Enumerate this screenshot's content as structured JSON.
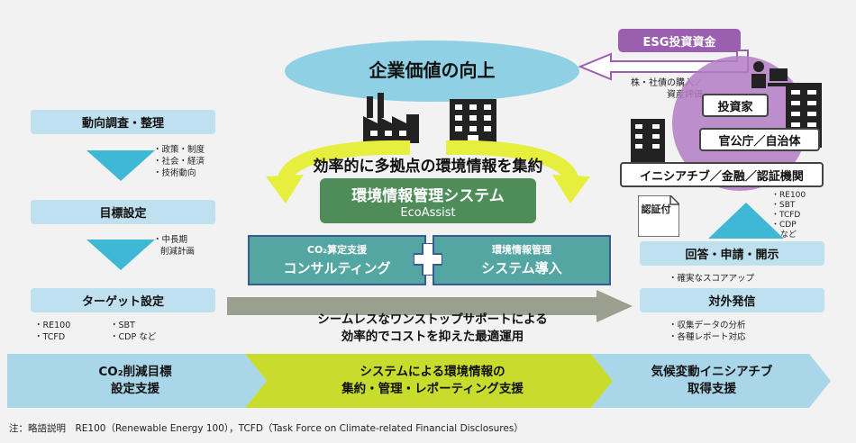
{
  "top": {
    "enterprise_value": "企業価値の向上",
    "esg_label": "ESG投資資金",
    "esg_note_line1": "株・社債の購入／",
    "esg_note_line2": "資産評価"
  },
  "left_flow": {
    "step1": "動向調査・整理",
    "step1_notes": [
      "・政策・制度",
      "・社会・経済",
      "・技術動向"
    ],
    "step2": "目標設定",
    "step2_notes": [
      "・中長期",
      "削減計画"
    ],
    "step3": "ターゲット設定",
    "step3_notes_col1": [
      "・RE100",
      "・TCFD"
    ],
    "step3_notes_col2": [
      "・SBT",
      "・CDP など"
    ]
  },
  "center": {
    "headline": "効率的に多拠点の環境情報を集約",
    "system_title": "環境情報管理システム",
    "system_name": "EcoAssist",
    "consult_sub": "CO₂算定支援",
    "consult_main": "コンサルティング",
    "system_sub": "環境情報管理",
    "system_main": "システム導入",
    "seamless_line1": "シームレスなワンストップサポートによる",
    "seamless_line2": "効率的でコストを抑えた最適運用"
  },
  "right_flow": {
    "investor": "投資家",
    "government": "官公庁／自治体",
    "initiative": "イニシアチブ／金融／認証機関",
    "cert": "認証付",
    "frameworks": [
      "・RE100",
      "・SBT",
      "・TCFD",
      "・CDP",
      "など"
    ],
    "response": "回答・申請・開示",
    "response_note": "・確実なスコアアップ",
    "external": "対外発信",
    "external_notes": [
      "・収集データの分析",
      "・各種レポート対応"
    ]
  },
  "bottom": {
    "left_line1": "CO₂削減目標",
    "left_line2": "設定支援",
    "mid_line1": "システムによる環境情報の",
    "mid_line2": "集約・管理・レポーティング支援",
    "right_line1": "気候変動イニシアチブ",
    "right_line2": "取得支援"
  },
  "footnote": "注：略語説明　RE100（Renewable Energy 100），TCFD（Task Force on Climate-related Financial Disclosures）",
  "colors": {
    "light_blue_box": "#bfe0ee",
    "triangle": "#3fb8d6",
    "ellipse": "#8fd0e4",
    "purple": "#9b5fb0",
    "green_system": "#4e8c5a",
    "teal_box": "#54a6a3",
    "arrow_gray": "#9a9f90",
    "lime": "#c8dc2e",
    "bottom_blue": "#a9d6e8"
  }
}
